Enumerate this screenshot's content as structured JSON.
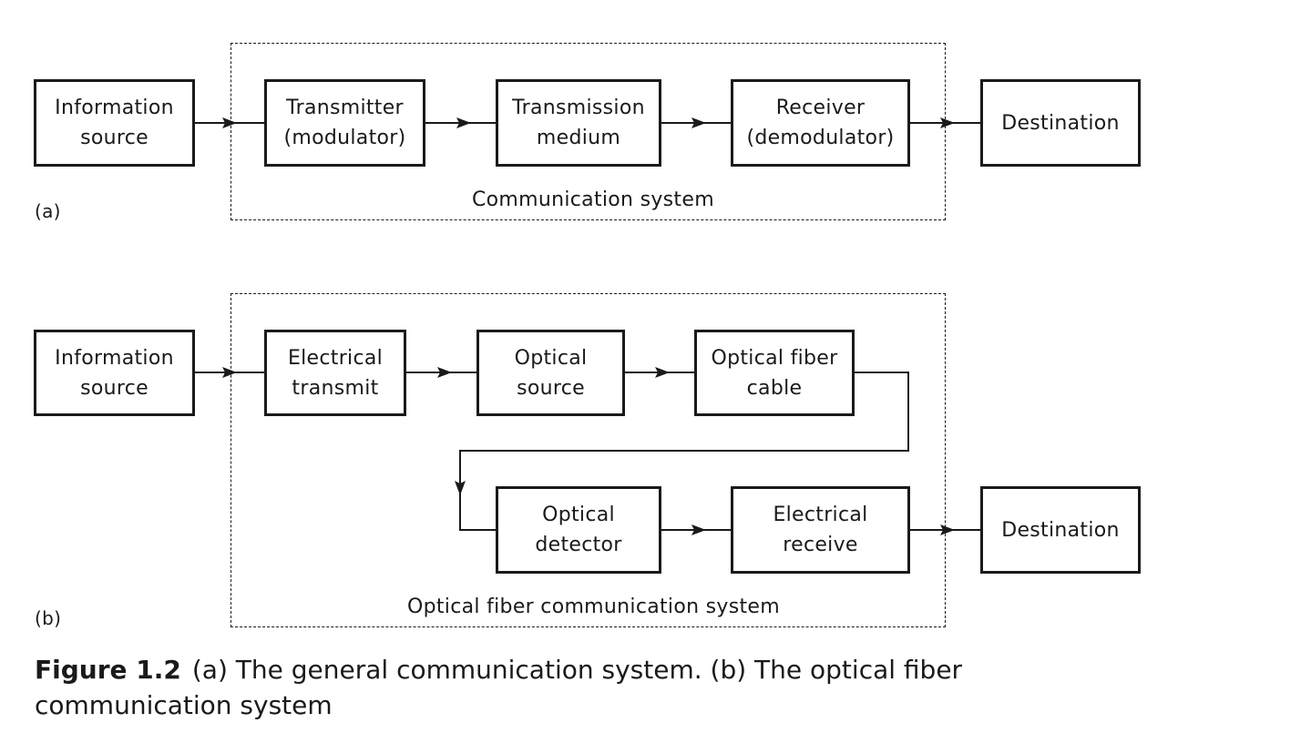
{
  "diagram_a": {
    "tag": "(a)",
    "system_label": "Communication system",
    "blocks": {
      "info_source": [
        "Information",
        "source"
      ],
      "transmitter": [
        "Transmitter",
        "(modulator)"
      ],
      "medium": [
        "Transmission",
        "medium"
      ],
      "receiver": [
        "Receiver",
        "(demodulator)"
      ],
      "destination": [
        "Destination"
      ]
    }
  },
  "diagram_b": {
    "tag": "(b)",
    "system_label": "Optical fiber communication system",
    "blocks": {
      "info_source": [
        "Information",
        "source"
      ],
      "electrical_transmit": [
        "Electrical",
        "transmit"
      ],
      "optical_source": [
        "Optical",
        "source"
      ],
      "fiber_cable": [
        "Optical fiber",
        "cable"
      ],
      "optical_detector": [
        "Optical",
        "detector"
      ],
      "electrical_receive": [
        "Electrical",
        "receive"
      ],
      "destination": [
        "Destination"
      ]
    }
  },
  "caption": {
    "figure_number": "Figure 1.2",
    "text": "(a) The general communication system. (b) The optical fiber communication system"
  }
}
